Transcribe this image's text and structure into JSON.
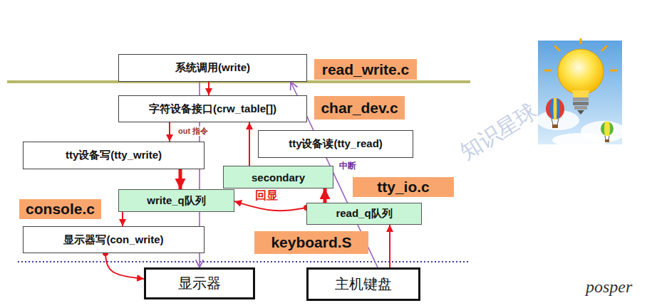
{
  "diagram": {
    "nodes": [
      {
        "text": [
          "系统调用(write)"
        ]
      },
      {
        "text": [
          "read_write.c"
        ]
      },
      {
        "text": [
          "字符设备接口(crw_table[])"
        ]
      },
      {
        "text": [
          "char_dev.c"
        ]
      },
      {
        "text": [
          "tty设备读(tty_read)"
        ]
      },
      {
        "text": [
          "tty设备写(tty_write)"
        ]
      },
      {
        "text": [
          "secondary"
        ]
      },
      {
        "text": [
          "tty_io.c"
        ]
      },
      {
        "text": [
          "write_q队列"
        ]
      },
      {
        "text": [
          "console.c"
        ]
      },
      {
        "text": [
          "read_q队列"
        ]
      },
      {
        "text": [
          "显示器写(con_write)"
        ]
      },
      {
        "text": [
          "keyboard.S"
        ]
      },
      {
        "text": [
          "显示器"
        ]
      },
      {
        "text": [
          "主机键盘"
        ]
      }
    ],
    "edges": [
      {
        "from": 0,
        "to": 2,
        "arrow": "to"
      },
      {
        "from": 2,
        "to": 5,
        "label": "out 指令",
        "arrow": "to"
      },
      {
        "from": 5,
        "to": 8,
        "arrow": "to"
      },
      {
        "from": 8,
        "to": 11,
        "arrow": "to"
      },
      {
        "from": 11,
        "to": 13,
        "arrow": "to"
      },
      {
        "from": 14,
        "to": 10,
        "arrow": "to"
      },
      {
        "from": 10,
        "to": 6,
        "arrow": "to"
      },
      {
        "from": 6,
        "to": 2,
        "arrow": "to"
      },
      {
        "from": 10,
        "to": 8,
        "label": "回显",
        "arrow": "to"
      },
      {
        "from": 0,
        "to": 13,
        "arrow": "to"
      },
      {
        "from": 14,
        "to": 0,
        "label": "中断",
        "arrow": "to"
      }
    ],
    "labels": [
      "posper",
      "知识星球"
    ]
  }
}
